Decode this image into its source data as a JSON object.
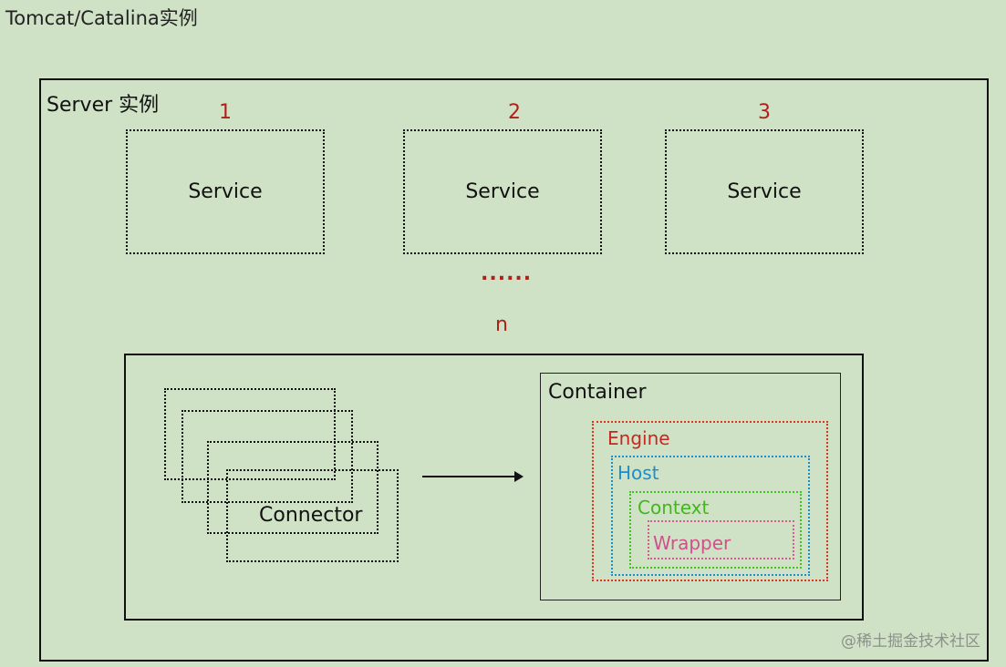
{
  "title": "Tomcat/Catalina实例",
  "server": {
    "label": "Server 实例",
    "services": [
      {
        "number": "1",
        "label": "Service"
      },
      {
        "number": "2",
        "label": "Service"
      },
      {
        "number": "3",
        "label": "Service"
      }
    ],
    "ellipsis": "......",
    "n_label": "n"
  },
  "service_detail": {
    "connector_label": "Connector",
    "container": {
      "label": "Container",
      "engine": "Engine",
      "host": "Host",
      "context": "Context",
      "wrapper": "Wrapper"
    }
  },
  "colors": {
    "background": "#cfe2c6",
    "numbers": "#b02018",
    "engine": "#e03020",
    "host": "#1a8fcf",
    "context": "#44c020",
    "wrapper": "#d85a8c"
  },
  "watermark": "@稀土掘金技术社区"
}
